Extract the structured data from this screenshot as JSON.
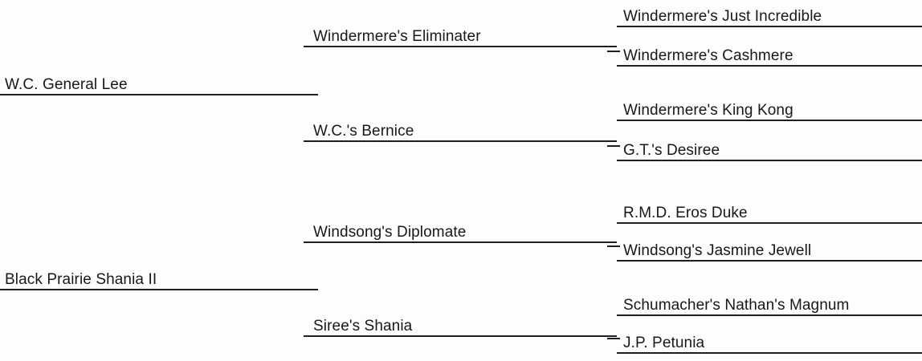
{
  "chart_data": {
    "type": "diagram",
    "title": "",
    "diagram_kind": "pedigree-chart",
    "generations": 3,
    "orientation": "left-to-right",
    "root_count": 2
  },
  "pedigree": {
    "generation1": [
      {
        "name": "W.C. General Lee"
      },
      {
        "name": "Black Prairie Shania II"
      }
    ],
    "generation2": [
      {
        "name": "Windermere's Eliminater"
      },
      {
        "name": "W.C.'s Bernice"
      },
      {
        "name": "Windsong's Diplomate"
      },
      {
        "name": "Siree's Shania"
      }
    ],
    "generation3": [
      {
        "name": "Windermere's Just Incredible"
      },
      {
        "name": "Windermere's Cashmere"
      },
      {
        "name": "Windermere's King Kong"
      },
      {
        "name": "G.T.'s Desiree"
      },
      {
        "name": "R.M.D. Eros Duke"
      },
      {
        "name": "Windsong's Jasmine Jewell"
      },
      {
        "name": "Schumacher's Nathan's Magnum"
      },
      {
        "name": "J.P. Petunia"
      }
    ]
  },
  "style": {
    "line_color": "#1b1f24",
    "text_color": "#16181c",
    "background_color": "#fdfdfd"
  }
}
